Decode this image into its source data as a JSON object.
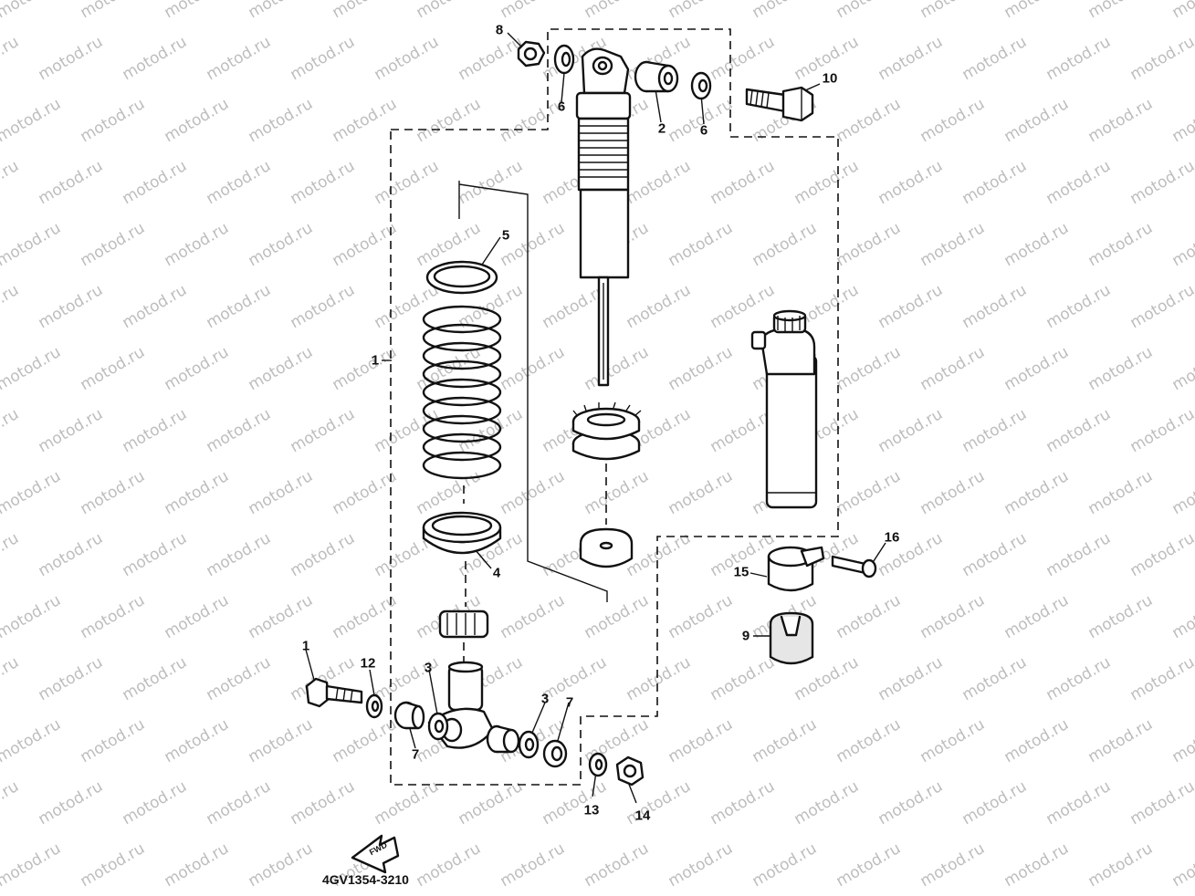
{
  "watermark": {
    "text": "motod.ru"
  },
  "callouts": [
    {
      "id": "8",
      "label": "8"
    },
    {
      "id": "6a",
      "label": "6"
    },
    {
      "id": "2",
      "label": "2"
    },
    {
      "id": "6b",
      "label": "6"
    },
    {
      "id": "10",
      "label": "10"
    },
    {
      "id": "5",
      "label": "5"
    },
    {
      "id": "1a",
      "label": "1"
    },
    {
      "id": "4",
      "label": "4"
    },
    {
      "id": "16",
      "label": "16"
    },
    {
      "id": "15",
      "label": "15"
    },
    {
      "id": "9",
      "label": "9"
    },
    {
      "id": "1b",
      "label": "1"
    },
    {
      "id": "12",
      "label": "12"
    },
    {
      "id": "3a",
      "label": "3"
    },
    {
      "id": "3b",
      "label": "3"
    },
    {
      "id": "7a",
      "label": "7"
    },
    {
      "id": "7b",
      "label": "7"
    },
    {
      "id": "13",
      "label": "13"
    },
    {
      "id": "14",
      "label": "14"
    }
  ],
  "direction_badge": {
    "text": "FWD"
  },
  "diagram_code": "4GV1354-3210"
}
